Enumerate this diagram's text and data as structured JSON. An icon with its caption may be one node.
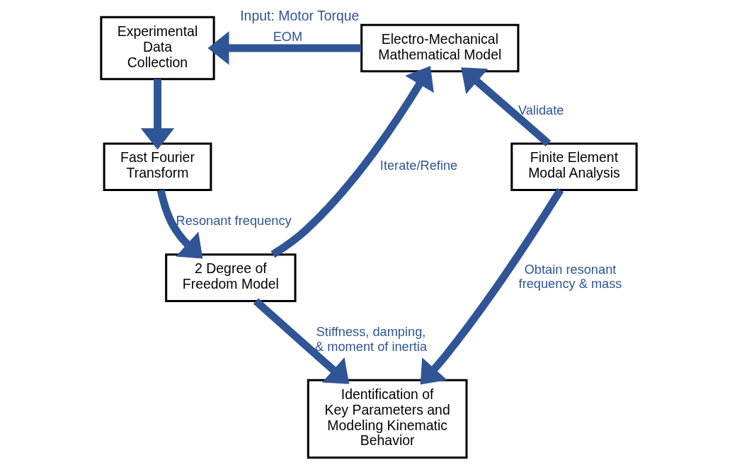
{
  "diagram": {
    "nodes": [
      {
        "text": [
          "Experimental Data Collection"
        ]
      },
      {
        "text": [
          "Electro-Mechanical Mathematical Model"
        ],
        "beside": [
          "Input: Motor Torque"
        ]
      },
      {
        "text": [
          "Fast Fourier Transform"
        ]
      },
      {
        "text": [
          "2 Degree of Freedom Model"
        ]
      },
      {
        "text": [
          "Finite Element Modal Analysis"
        ]
      },
      {
        "text": [
          "Identification of Key Parameters and Modeling Kinematic Behavior"
        ]
      }
    ],
    "edges": [
      {
        "from": 1,
        "to": 0,
        "arrow": "to",
        "label": "EOM"
      },
      {
        "from": 0,
        "to": 2,
        "arrow": "to"
      },
      {
        "from": 2,
        "to": 3,
        "arrow": "to",
        "label": "Resonant frequency"
      },
      {
        "from": 3,
        "to": 1,
        "arrow": "to",
        "label": "Iterate/Refine"
      },
      {
        "from": 4,
        "to": 1,
        "arrow": "to",
        "label": "Validate"
      },
      {
        "from": 3,
        "to": 5,
        "arrow": "to",
        "label": "Stiffness, damping, & moment of inertia"
      },
      {
        "from": 4,
        "to": 5,
        "arrow": "to",
        "label": "Obtain resonant frequency & mass"
      }
    ]
  }
}
